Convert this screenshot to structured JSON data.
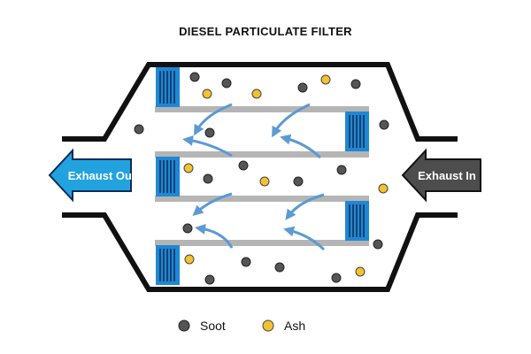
{
  "title": "DIESEL PARTICULATE FILTER",
  "labels": {
    "exhaust_out": "Exhaust Out",
    "exhaust_in": "Exhaust In"
  },
  "legend": [
    {
      "label": "Soot",
      "color": "#555555"
    },
    {
      "label": "Ash",
      "color": "#f2c230"
    }
  ],
  "colors": {
    "housing": "#111111",
    "wall": "#b5b5b5",
    "plug": "#1e88d4",
    "plug_line": "#0d2b55",
    "flow": "#5b9ad3",
    "exhaust_out": "#22a3e0",
    "exhaust_in": "#4d4d4d",
    "soot": "#555555",
    "ash": "#f2c230"
  }
}
